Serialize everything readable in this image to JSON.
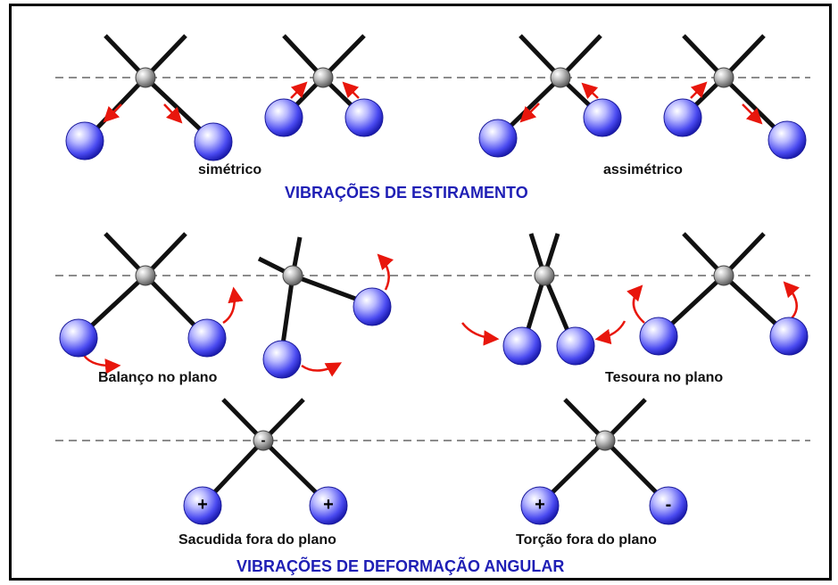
{
  "sections": {
    "stretching": "VIBRAÇÕES DE ESTIRAMENTO",
    "bending": "VIBRAÇÕES DE DEFORMAÇÃO ANGULAR"
  },
  "labels": {
    "symmetric": "simétrico",
    "asymmetric": "assimétrico",
    "rocking": "Balanço no plano",
    "scissoring": "Tesoura no plano",
    "wagging": "Sacudida fora do plano",
    "twisting": "Torção fora do plano"
  },
  "signs": {
    "minus": "-",
    "plus": "+"
  },
  "colors": {
    "bond": "#111111",
    "arrow": "#e8160c",
    "atom_blue": "#2f2fe0",
    "atom_center": "#8a8a8a",
    "section_text": "#1f1fb5",
    "dashed_line": "#8c8c8c"
  }
}
